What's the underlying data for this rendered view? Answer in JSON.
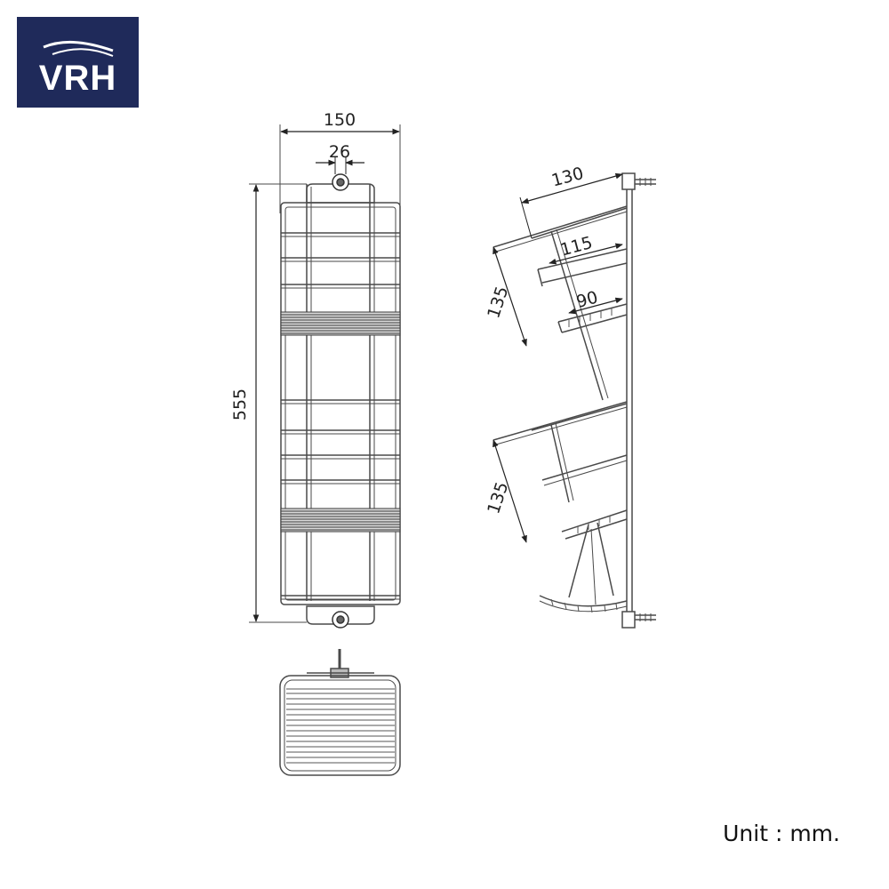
{
  "brand": {
    "logo_text": "VRH",
    "bg_color": "#1f2a5a"
  },
  "front_view": {
    "width_dim": "150",
    "hook_dim": "26",
    "height_dim": "555"
  },
  "side_view": {
    "top_depth_dim": "130",
    "mid_depth_dim": "115",
    "small_depth_dim": "90",
    "upper_spacing_dim": "135",
    "lower_spacing_dim": "135"
  },
  "footer": {
    "unit_text": "Unit : mm."
  },
  "colors": {
    "line": "#4a4a4a",
    "dim": "#222222"
  }
}
